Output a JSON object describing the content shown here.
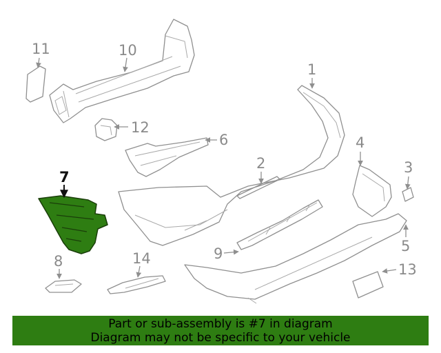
{
  "callouts": {
    "c1": "1",
    "c2": "2",
    "c3": "3",
    "c4": "4",
    "c5": "5",
    "c6": "6",
    "c7": "7",
    "c8": "8",
    "c9": "9",
    "c10": "10",
    "c11": "11",
    "c12": "12",
    "c13": "13",
    "c14": "14"
  },
  "highlight": {
    "part": "7",
    "color": "#2e7d12"
  },
  "banner": {
    "line1": "Part or sub-assembly is #7 in diagram",
    "line2": "Diagram may not be specific to your vehicle"
  }
}
